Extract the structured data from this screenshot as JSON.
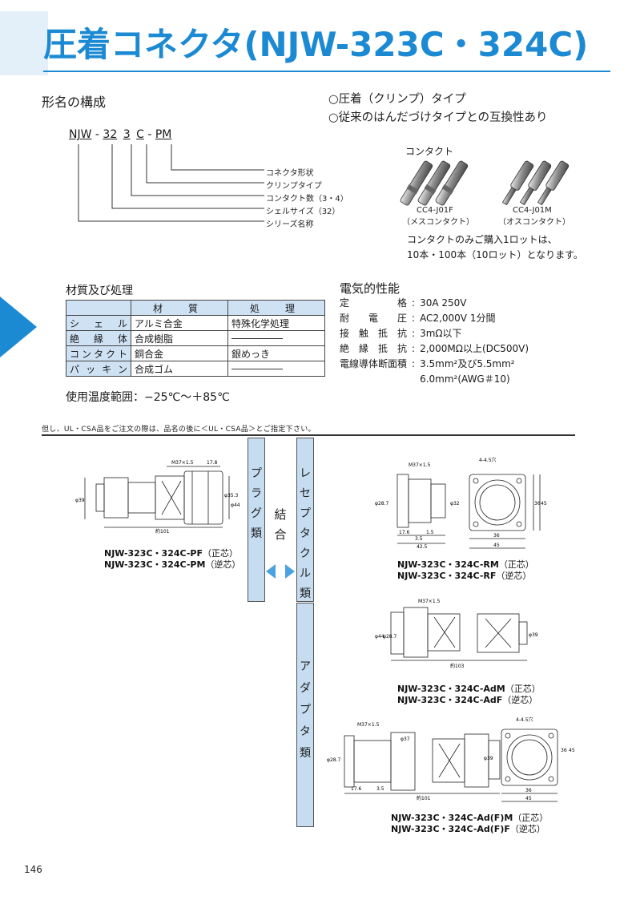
{
  "header": {
    "title": "圧着コネクタ(NJW-323C・324C)"
  },
  "naming": {
    "heading": "形名の構成",
    "code_parts": [
      "NJW",
      "-",
      "32",
      "3",
      "C",
      "-",
      "PM"
    ],
    "labels": [
      "コネクタ形状",
      "クリンプタイプ",
      "コンタクト数（3・4）",
      "シェルサイズ（32）",
      "シリーズ名称"
    ]
  },
  "features": [
    "○圧着（クリンプ）タイプ",
    "○従来のはんだづけタイプとの互換性あり"
  ],
  "contacts": {
    "heading": "コンタクト",
    "female_code": "CC4-J01F",
    "female_name": "（メスコンタクト）",
    "male_code": "CC4-J01M",
    "male_name": "（オスコンタクト）",
    "note_line1": "コンタクトのみご購入1ロットは、",
    "note_line2": "10本・100本（10ロット）となります。"
  },
  "materials": {
    "heading": "材質及び処理",
    "col_material": "材　質",
    "col_treatment": "処　理",
    "rows": [
      {
        "part": "シェル",
        "material": "アルミ合金",
        "treatment": "特殊化学処理"
      },
      {
        "part": "絶縁体",
        "material": "合成樹脂",
        "treatment": ""
      },
      {
        "part": "コンタクト",
        "material": "銅合金",
        "treatment": "銀めっき"
      },
      {
        "part": "パッキン",
        "material": "合成ゴム",
        "treatment": ""
      }
    ],
    "temp_range": "使用温度範囲：−25℃〜＋85℃"
  },
  "electrical": {
    "heading": "電気的性能",
    "rows": [
      {
        "key": "定格",
        "value": "30A 250V"
      },
      {
        "key": "耐電圧",
        "value": "AC2,000V 1分間"
      },
      {
        "key": "接触抵抗",
        "value": "3mΩ以下"
      },
      {
        "key": "絶縁抵抗",
        "value": "2,000MΩ以上(DC500V)"
      },
      {
        "key": "電線導体断面積",
        "value": "3.5mm²及び5.5mm²"
      }
    ],
    "value_extra": "6.0mm²(AWG＃10)"
  },
  "notice": "但し、UL・CSA品をご注文の際は、品名の後に＜UL・CSA品＞とご指定下さい。",
  "columns": {
    "plug": "プラグ類",
    "join": "結合",
    "receptacle": "レセプタクル類",
    "adapter": "アダプタ類"
  },
  "models": {
    "plug_pf": "NJW-323C・324C-PF",
    "plug_pf_note": "（正芯）",
    "plug_pm": "NJW-323C・324C-PM",
    "plug_pm_note": "（逆芯）",
    "rm": "NJW-323C・324C-RM",
    "rm_note": "（正芯）",
    "rf": "NJW-323C・324C-RF",
    "rf_note": "（逆芯）",
    "adm": "NJW-323C・324C-AdM",
    "adm_note": "（正芯）",
    "adf": "NJW-323C・324C-AdF",
    "adf_note": "（逆芯）",
    "adfm": "NJW-323C・324C-Ad(F)M",
    "adfm_note": "（正芯）",
    "adff": "NJW-323C・324C-Ad(F)F",
    "adff_note": "（逆芯）"
  },
  "dims": {
    "m37": "M37×1.5",
    "d178": "17.8",
    "d39": "φ39",
    "d353": "φ35.3",
    "d44": "φ44",
    "l101": "約101",
    "holes": "4-4.5穴",
    "d287": "φ28.7",
    "d32": "φ32",
    "d36": "36",
    "d45": "45",
    "d176": "17.6",
    "d15": "1.5",
    "d35": "3.5",
    "d425": "42.5",
    "l103": "約103",
    "d37": "φ37"
  },
  "page": {
    "number": "146"
  },
  "colors": {
    "accent": "#1c8ad3",
    "panel": "#c5dcf1"
  }
}
